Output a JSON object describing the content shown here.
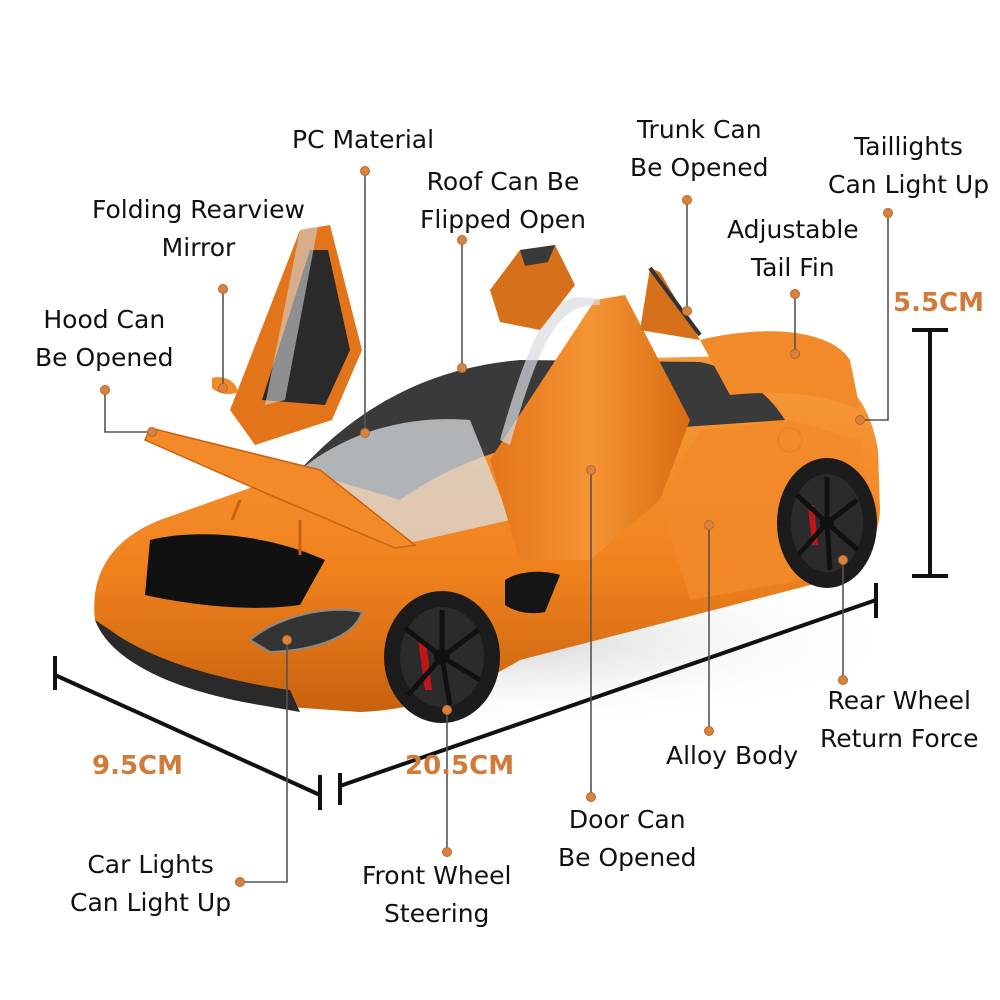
{
  "colors": {
    "car_body": "#f0821e",
    "car_shadow": "#c85f0c",
    "roof": "#3a3a3a",
    "wheel": "#1c1c1c",
    "caliper": "#c0161b",
    "callout_dot": "#d9823f",
    "callout_line": "#555555",
    "dimension_text": "#d27a3a",
    "dimension_line": "#111111"
  },
  "features": [
    {
      "id": "pc-material",
      "lines": [
        "PC Material"
      ]
    },
    {
      "id": "folding-mirror",
      "lines": [
        "Folding Rearview",
        "Mirror"
      ]
    },
    {
      "id": "hood",
      "lines": [
        "Hood Can",
        "Be Opened"
      ]
    },
    {
      "id": "roof",
      "lines": [
        "Roof Can Be",
        "Flipped Open"
      ]
    },
    {
      "id": "trunk",
      "lines": [
        "Trunk Can",
        "Be Opened"
      ]
    },
    {
      "id": "taillights",
      "lines": [
        "Taillights",
        "Can Light Up"
      ]
    },
    {
      "id": "tail-fin",
      "lines": [
        "Adjustable",
        "Tail Fin"
      ]
    },
    {
      "id": "car-lights",
      "lines": [
        "Car Lights",
        "Can Light Up"
      ]
    },
    {
      "id": "front-wheel",
      "lines": [
        "Front Wheel",
        "Steering"
      ]
    },
    {
      "id": "door",
      "lines": [
        "Door Can",
        "Be Opened"
      ]
    },
    {
      "id": "alloy-body",
      "lines": [
        "Alloy Body"
      ]
    },
    {
      "id": "rear-wheel",
      "lines": [
        "Rear Wheel",
        "Return Force"
      ]
    }
  ],
  "dimensions": {
    "height": "5.5CM",
    "width": "9.5CM",
    "length": "20.5CM"
  }
}
